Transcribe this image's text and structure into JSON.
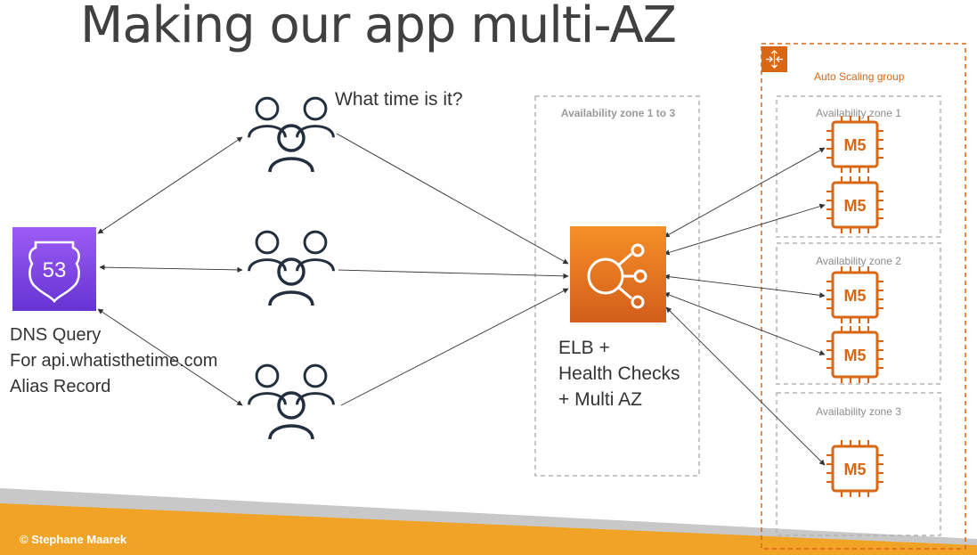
{
  "title": "Making our app multi-AZ",
  "question": "What time is it?",
  "dns": {
    "line1": "DNS Query",
    "line2": "For api.whatisthetime.com",
    "line3": "Alias Record",
    "badge": "53"
  },
  "elb": {
    "line1": "ELB +",
    "line2": "Health Checks",
    "line3": "+ Multi AZ"
  },
  "zones": {
    "all": "Availability zone 1 to 3",
    "az1": "Availability zone 1",
    "az2": "Availability zone 2",
    "az3": "Availability zone 3"
  },
  "asg": {
    "label": "Auto Scaling group"
  },
  "instances": [
    {
      "label": "M5"
    },
    {
      "label": "M5"
    },
    {
      "label": "M5"
    },
    {
      "label": "M5"
    },
    {
      "label": "M5"
    }
  ],
  "colors": {
    "route53": "#7b3fe4",
    "elb": "#e0761c",
    "ec2": "#d86613",
    "footer": "#f0a326",
    "footer_gray": "#c8c8c8",
    "zone_border": "#b3b3b3"
  },
  "icons": {
    "route53": "route53-shield-icon",
    "users": "users-group-icon",
    "elb": "elastic-load-balancer-icon",
    "ec2": "ec2-m5-chip-icon",
    "asg": "auto-scaling-icon"
  },
  "footer": {
    "copyright": "© Stephane Maarek"
  }
}
